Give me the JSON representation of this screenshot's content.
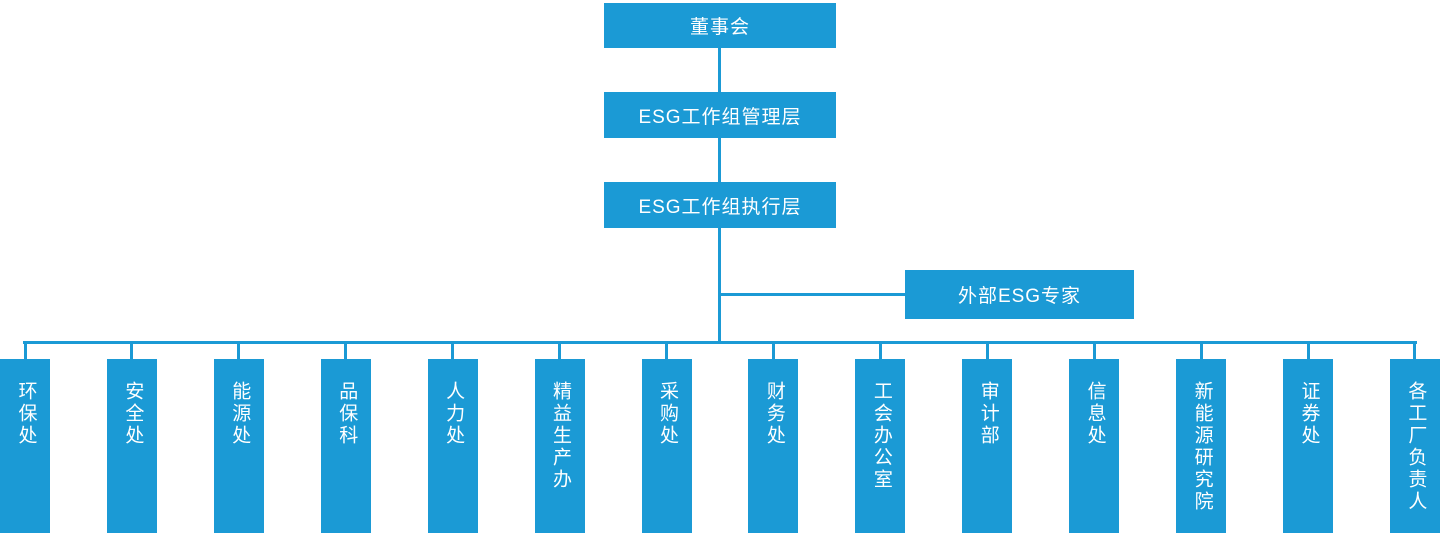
{
  "org_chart": {
    "type": "org-hierarchy",
    "root": "董事会",
    "management": "ESG工作组管理层",
    "execution": "ESG工作组执行层",
    "external_advisor": "外部ESG专家",
    "departments": [
      "环保处",
      "安全处",
      "能源处",
      "品保科",
      "人力处",
      "精益生产办",
      "采购处",
      "财务处",
      "工会办公室",
      "审计部",
      "信息处",
      "新能源研究院",
      "证券处",
      "各工厂负责人"
    ]
  },
  "colors": {
    "box_fill": "#1b9ad5",
    "line": "#1b9ad5",
    "text": "#ffffff",
    "background": "#ffffff"
  }
}
